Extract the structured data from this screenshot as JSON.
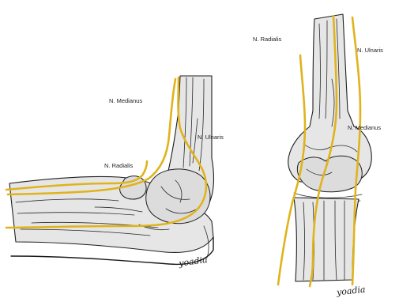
{
  "colors": {
    "nerve": "#e0b31c",
    "bone_fill": "#e6e6e6",
    "ink": "#1f1f1f",
    "background": "#ffffff"
  },
  "left_view": {
    "labels": {
      "medianus": "N. Medianus",
      "ulnaris": "N. Ulnaris",
      "radialis": "N. Radialis"
    },
    "signature": "yoadia"
  },
  "right_view": {
    "labels": {
      "radialis": "N. Radialis",
      "ulnaris": "N. Ulnaris",
      "medianus": "N. Medianus"
    },
    "signature": "yoadia"
  }
}
